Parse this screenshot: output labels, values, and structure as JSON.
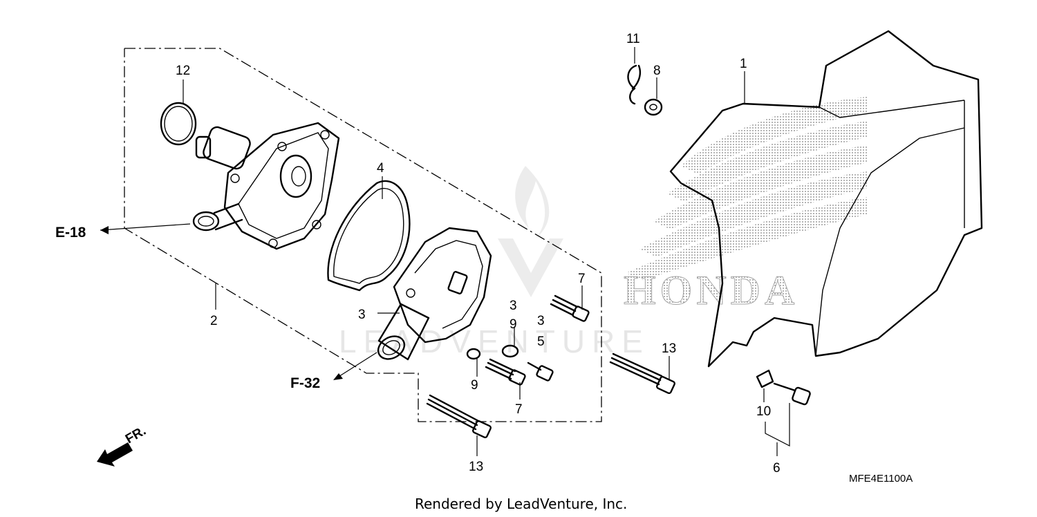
{
  "diagram": {
    "callouts": {
      "c1": "1",
      "c2": "2",
      "c3a": "3",
      "c3b": "3",
      "c3c": "3",
      "c4": "4",
      "c5": "5",
      "c6": "6",
      "c7a": "7",
      "c7b": "7",
      "c8": "8",
      "c9a": "9",
      "c9b": "9",
      "c10": "10",
      "c11": "11",
      "c12": "12",
      "c13a": "13",
      "c13b": "13"
    },
    "references": {
      "e18": "E-18",
      "f32": "F-32",
      "front": "FR."
    },
    "diagram_code": "MFE4E1100A",
    "watermark": {
      "text": "LEADVENTURE",
      "logo_text": "HONDA"
    },
    "footer": "Rendered by LeadVenture, Inc."
  }
}
